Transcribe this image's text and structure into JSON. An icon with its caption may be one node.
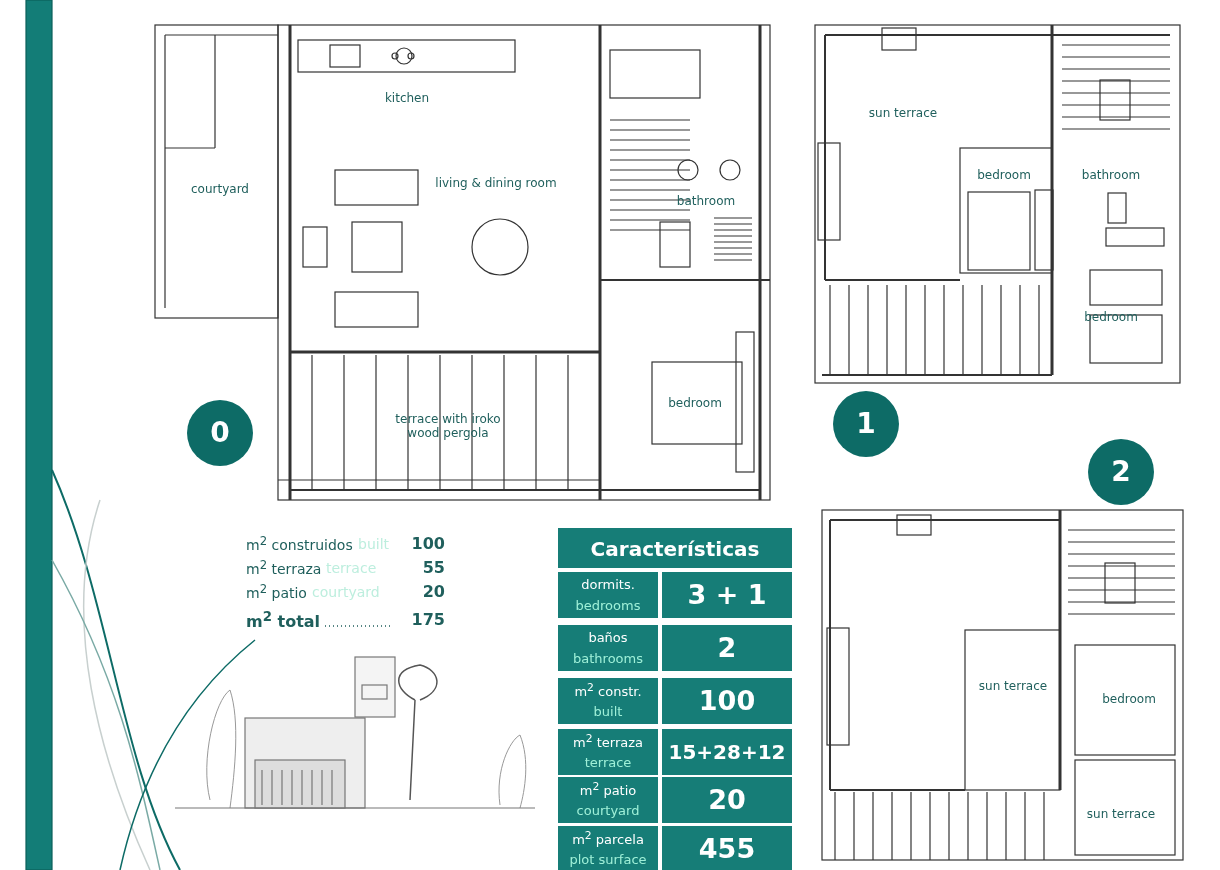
{
  "diagram": {
    "labels": [
      "kitchen",
      "courtyard",
      "living & dining room",
      "bathroom",
      "terrace with iroko wood pergola",
      "bedroom",
      "0",
      "sun terrace",
      "bedroom",
      "bathroom",
      "bedroom",
      "1",
      "2",
      "m$^{2}$ construidos",
      "built",
      "100",
      "m$^{2}$ terraza",
      "terrace",
      "55",
      "m$^{2}$ patio",
      "courtyard",
      "20",
      "m$^{2}$ total",
      "175",
      "Características",
      "dormits.",
      "bedrooms",
      "3 + 1",
      "baños",
      "bathrooms",
      "2",
      "m$^{2}$ constr.",
      "built",
      "100",
      "m$^{2}$ terraza",
      "terrace",
      "15+28+12",
      "m$^{2}$ patio",
      "courtyard",
      "20",
      "m$^{2}$ parcela",
      "plot surface",
      "455",
      "sun terrace",
      "bedroom",
      "sun terrace"
    ]
  }
}
